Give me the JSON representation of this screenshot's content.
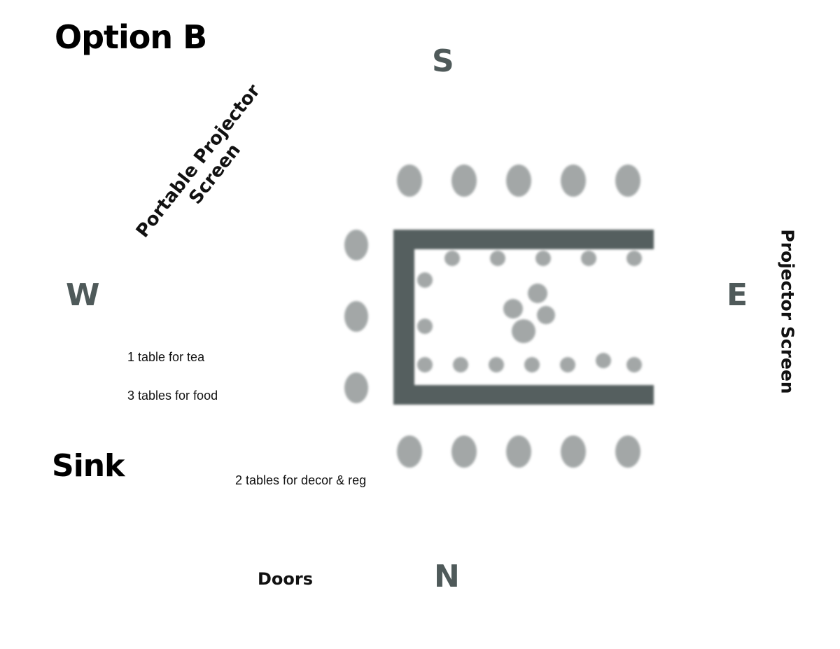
{
  "title": "Option B",
  "compass": {
    "north": "N",
    "south": "S",
    "east": "E",
    "west": "W"
  },
  "labels": {
    "portable_screen_line1": "Portable Projector",
    "portable_screen_line2": "Screen",
    "projector_screen": "Projector Screen",
    "tea_table": "1 table for tea",
    "food_tables": "3 tables for food",
    "decor_tables": "2 tables for decor & reg",
    "sink": "Sink",
    "doors": "Doors"
  },
  "colors": {
    "table": "#555f5f",
    "chair": "#a3a7a7",
    "compass": "#4f5a5a"
  }
}
